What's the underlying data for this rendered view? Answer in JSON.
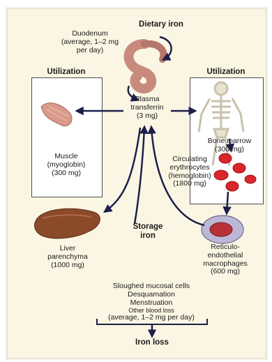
{
  "dietary_iron": "Dietary iron",
  "duodenum": [
    "Duodenum",
    "(average, 1–2 mg",
    "per day)"
  ],
  "utilization_left": "Utilization",
  "utilization_right": "Utilization",
  "plasma": [
    "Plasma",
    "transferrin",
    "(3 mg)"
  ],
  "muscle": [
    "Muscle",
    "(myoglobin)",
    "(300 mg)"
  ],
  "bone_marrow": [
    "Bone marrow",
    "(300 mg)"
  ],
  "erythrocytes": [
    "Circulating",
    "erythrocytes",
    "(hemoglobin)",
    "(1800 mg)"
  ],
  "storage_iron": [
    "Storage",
    "iron"
  ],
  "liver": [
    "Liver",
    "parenchyma",
    "(1000 mg)"
  ],
  "macrophages": [
    "Reticulo-",
    "endothelial",
    "macrophages",
    "(600 mg)"
  ],
  "losses": [
    "Sloughed mucosal cells",
    "Desquamation",
    "Menstruation",
    "Other blood loss",
    "(average, 1–2 mg per day)"
  ],
  "iron_loss": "Iron loss",
  "colors": {
    "arrow": "#1c1f4a",
    "organ": "#c98a7e",
    "liver": "#8b4a2a",
    "rbc": "#d9262a",
    "bone": "#e8e2cf"
  }
}
